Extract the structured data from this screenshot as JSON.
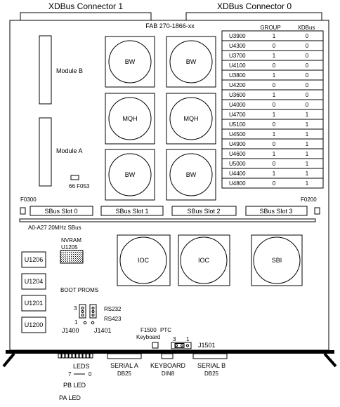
{
  "connectors": {
    "left": "XDBus Connector 1",
    "right": "XDBus Connector 0"
  },
  "board": {
    "fab": "FAB 270-1866-xx",
    "bus_label": "A0-A27 20MHz SBus"
  },
  "modules": {
    "b": "Module B",
    "a": "Module A",
    "part": "66 F053"
  },
  "chips": {
    "bw": "BW",
    "mqh": "MQH",
    "ioc": "IOC",
    "sbi": "SBI"
  },
  "table": {
    "headers": [
      "GROUP",
      "XDBus"
    ],
    "rows": [
      [
        "U3900",
        "1",
        "0"
      ],
      [
        "U4300",
        "0",
        "0"
      ],
      [
        "U3700",
        "1",
        "0"
      ],
      [
        "U4100",
        "0",
        "0"
      ],
      [
        "U3800",
        "1",
        "0"
      ],
      [
        "U4200",
        "0",
        "0"
      ],
      [
        "U3600",
        "1",
        "0"
      ],
      [
        "U4000",
        "0",
        "0"
      ],
      [
        "U4700",
        "1",
        "1"
      ],
      [
        "U5100",
        "0",
        "1"
      ],
      [
        "U4500",
        "1",
        "1"
      ],
      [
        "U4900",
        "0",
        "1"
      ],
      [
        "U4600",
        "1",
        "1"
      ],
      [
        "U5000",
        "0",
        "1"
      ],
      [
        "U4400",
        "1",
        "1"
      ],
      [
        "U4800",
        "0",
        "1"
      ]
    ]
  },
  "fuses": {
    "left": "F0300",
    "right": "F0200"
  },
  "sbus_slots": [
    "SBus Slot 0",
    "SBus Slot 1",
    "SBus Slot 2",
    "SBus Slot 3"
  ],
  "nvram": {
    "line1": "NVRAM",
    "line2": "U1205"
  },
  "proms": [
    "U1206",
    "U1204",
    "U1201",
    "U1200"
  ],
  "boot_proms": "BOOT PROMS",
  "jumpers": {
    "pin3": "3",
    "pin1": "1",
    "rs232": "RS232",
    "rs423": "RS423",
    "j1400": "J1400",
    "j1401": "J1401",
    "f1500": "F1500",
    "ptc": "PTC",
    "keyboard": "Keyboard",
    "j1501": "J1501",
    "j1501_pin3": "3",
    "j1501_pin1": "1"
  },
  "bottom": {
    "leds": "LEDS",
    "led7": "7",
    "led0": "0",
    "pb_led": "PB LED",
    "pa_led": "PA LED",
    "serial_a": "SERIAL A",
    "serial_a_type": "DB25",
    "keyboard": "KEYBOARD",
    "keyboard_type": "DIN8",
    "serial_b": "SERIAL B",
    "serial_b_type": "DB25"
  }
}
